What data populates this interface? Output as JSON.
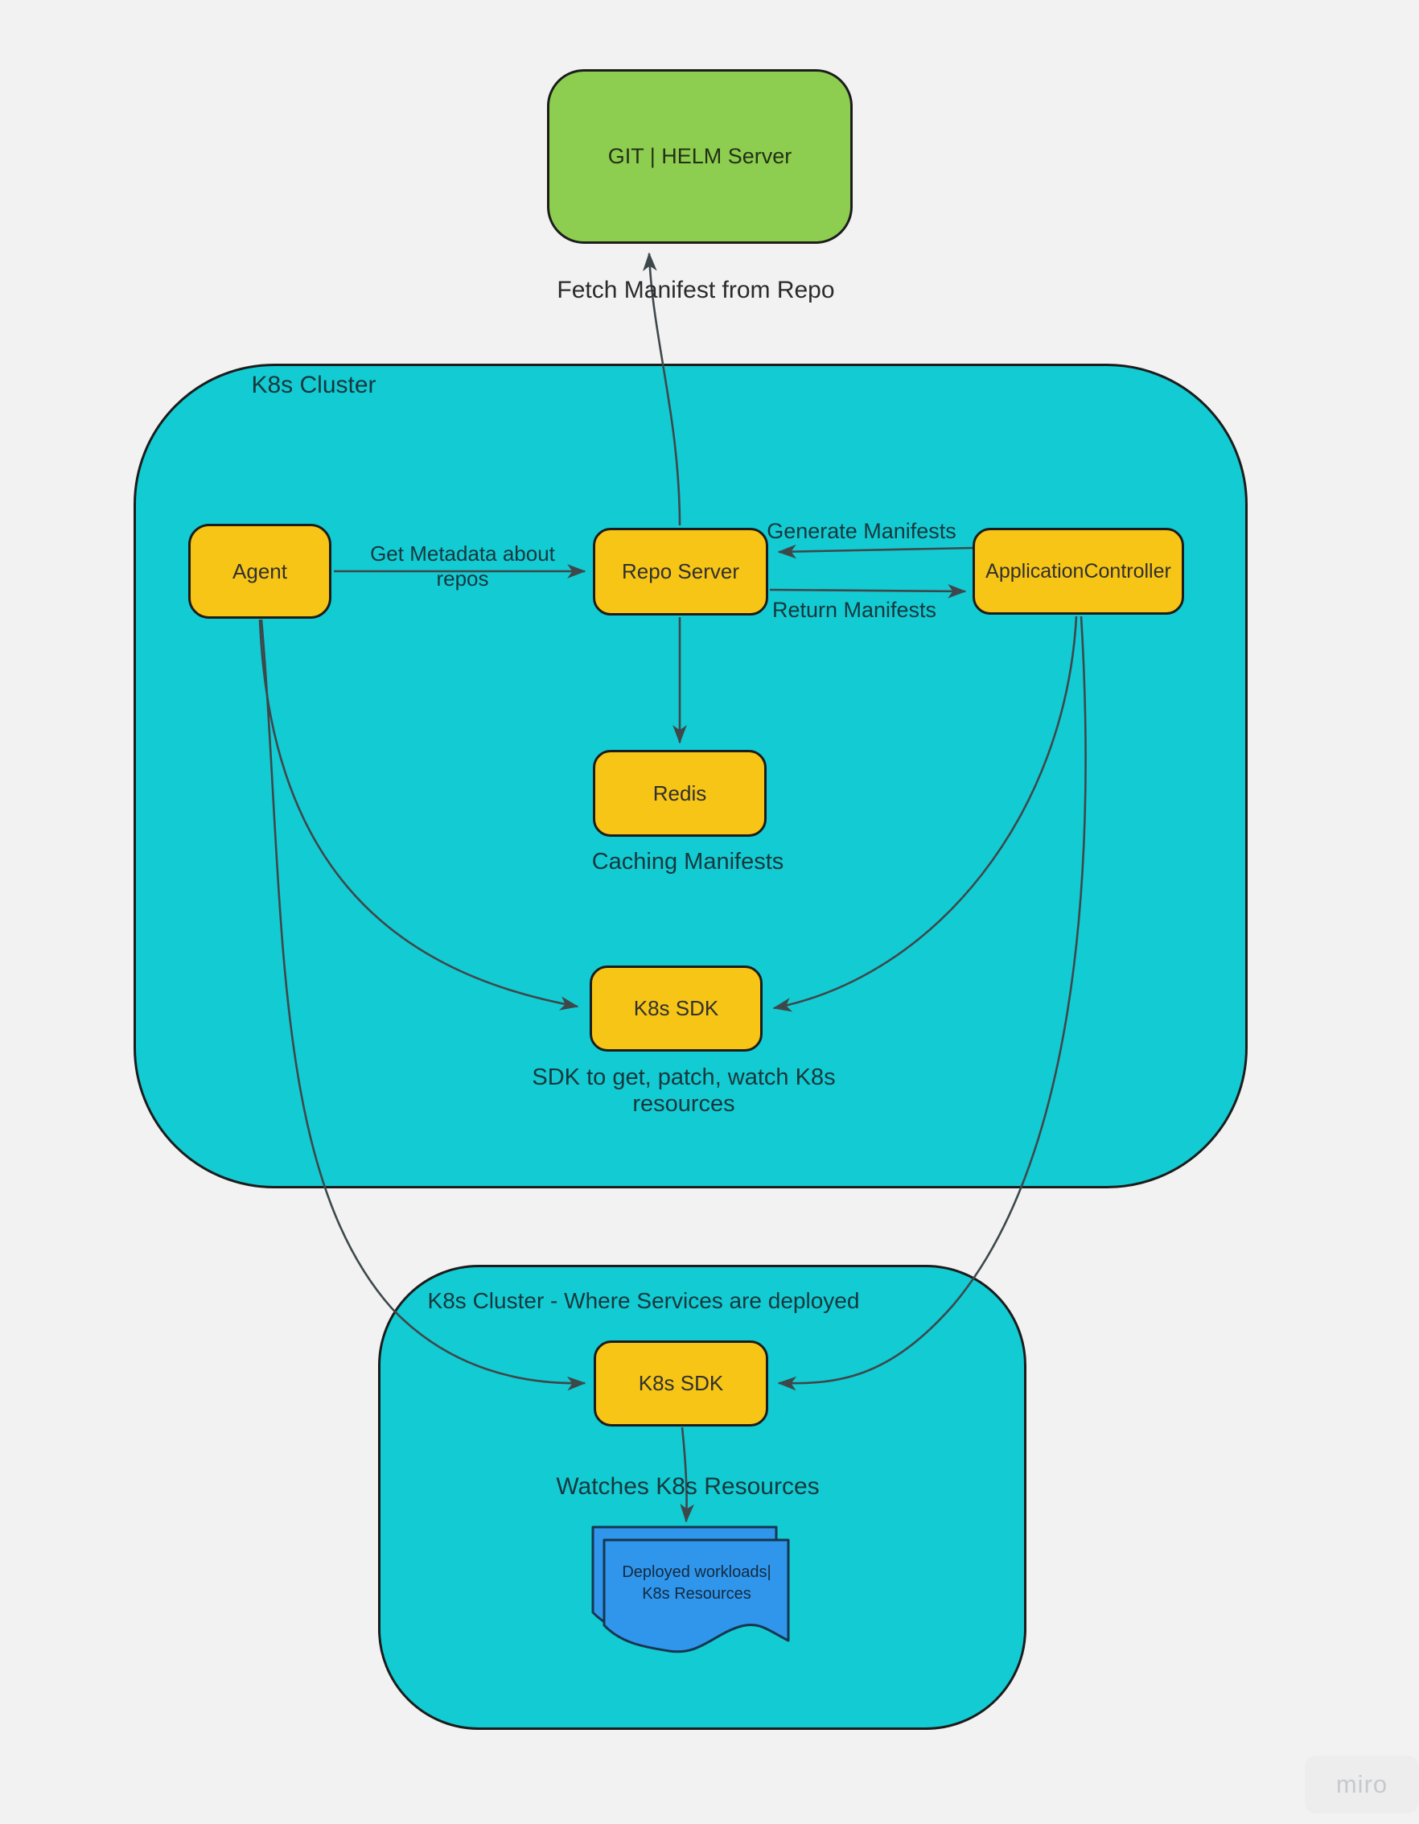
{
  "board": {
    "watermark": "miro"
  },
  "colors": {
    "background": "#F2F2F2",
    "cluster_fill": "#13CBD2",
    "node_fill": "#F7C515",
    "external_fill": "#8DCE50",
    "document_fill": "#2F96EC",
    "shape_stroke": "#1C1C1C",
    "connector": "#3D484B",
    "label_on_teal": "#15383E",
    "label_on_canvas": "#2B2B2B",
    "node_text": "#303030",
    "document_text": "#14293E",
    "watermark_text": "#C7C9CF"
  },
  "external_server": {
    "label": "GIT | HELM Server"
  },
  "connector_labels": {
    "fetch_manifest": "Fetch Manifest from Repo",
    "get_metadata": "Get Metadata about repos",
    "generate_manifests": "Generate Manifests",
    "return_manifests": "Return Manifests",
    "caching_manifests": "Caching Manifests",
    "sdk_caption": "SDK to get, patch, watch K8s resources",
    "watches_resources": "Watches K8s Resources"
  },
  "cluster_main": {
    "title": "K8s Cluster",
    "nodes": {
      "agent": "Agent",
      "repo_server": "Repo Server",
      "application_controller": "ApplicationController",
      "redis": "Redis",
      "k8s_sdk": "K8s SDK"
    }
  },
  "cluster_deploy": {
    "title": "K8s Cluster - Where Services are deployed",
    "nodes": {
      "k8s_sdk": "K8s SDK"
    },
    "document": {
      "line1": "Deployed workloads|",
      "line2": "K8s Resources"
    }
  }
}
